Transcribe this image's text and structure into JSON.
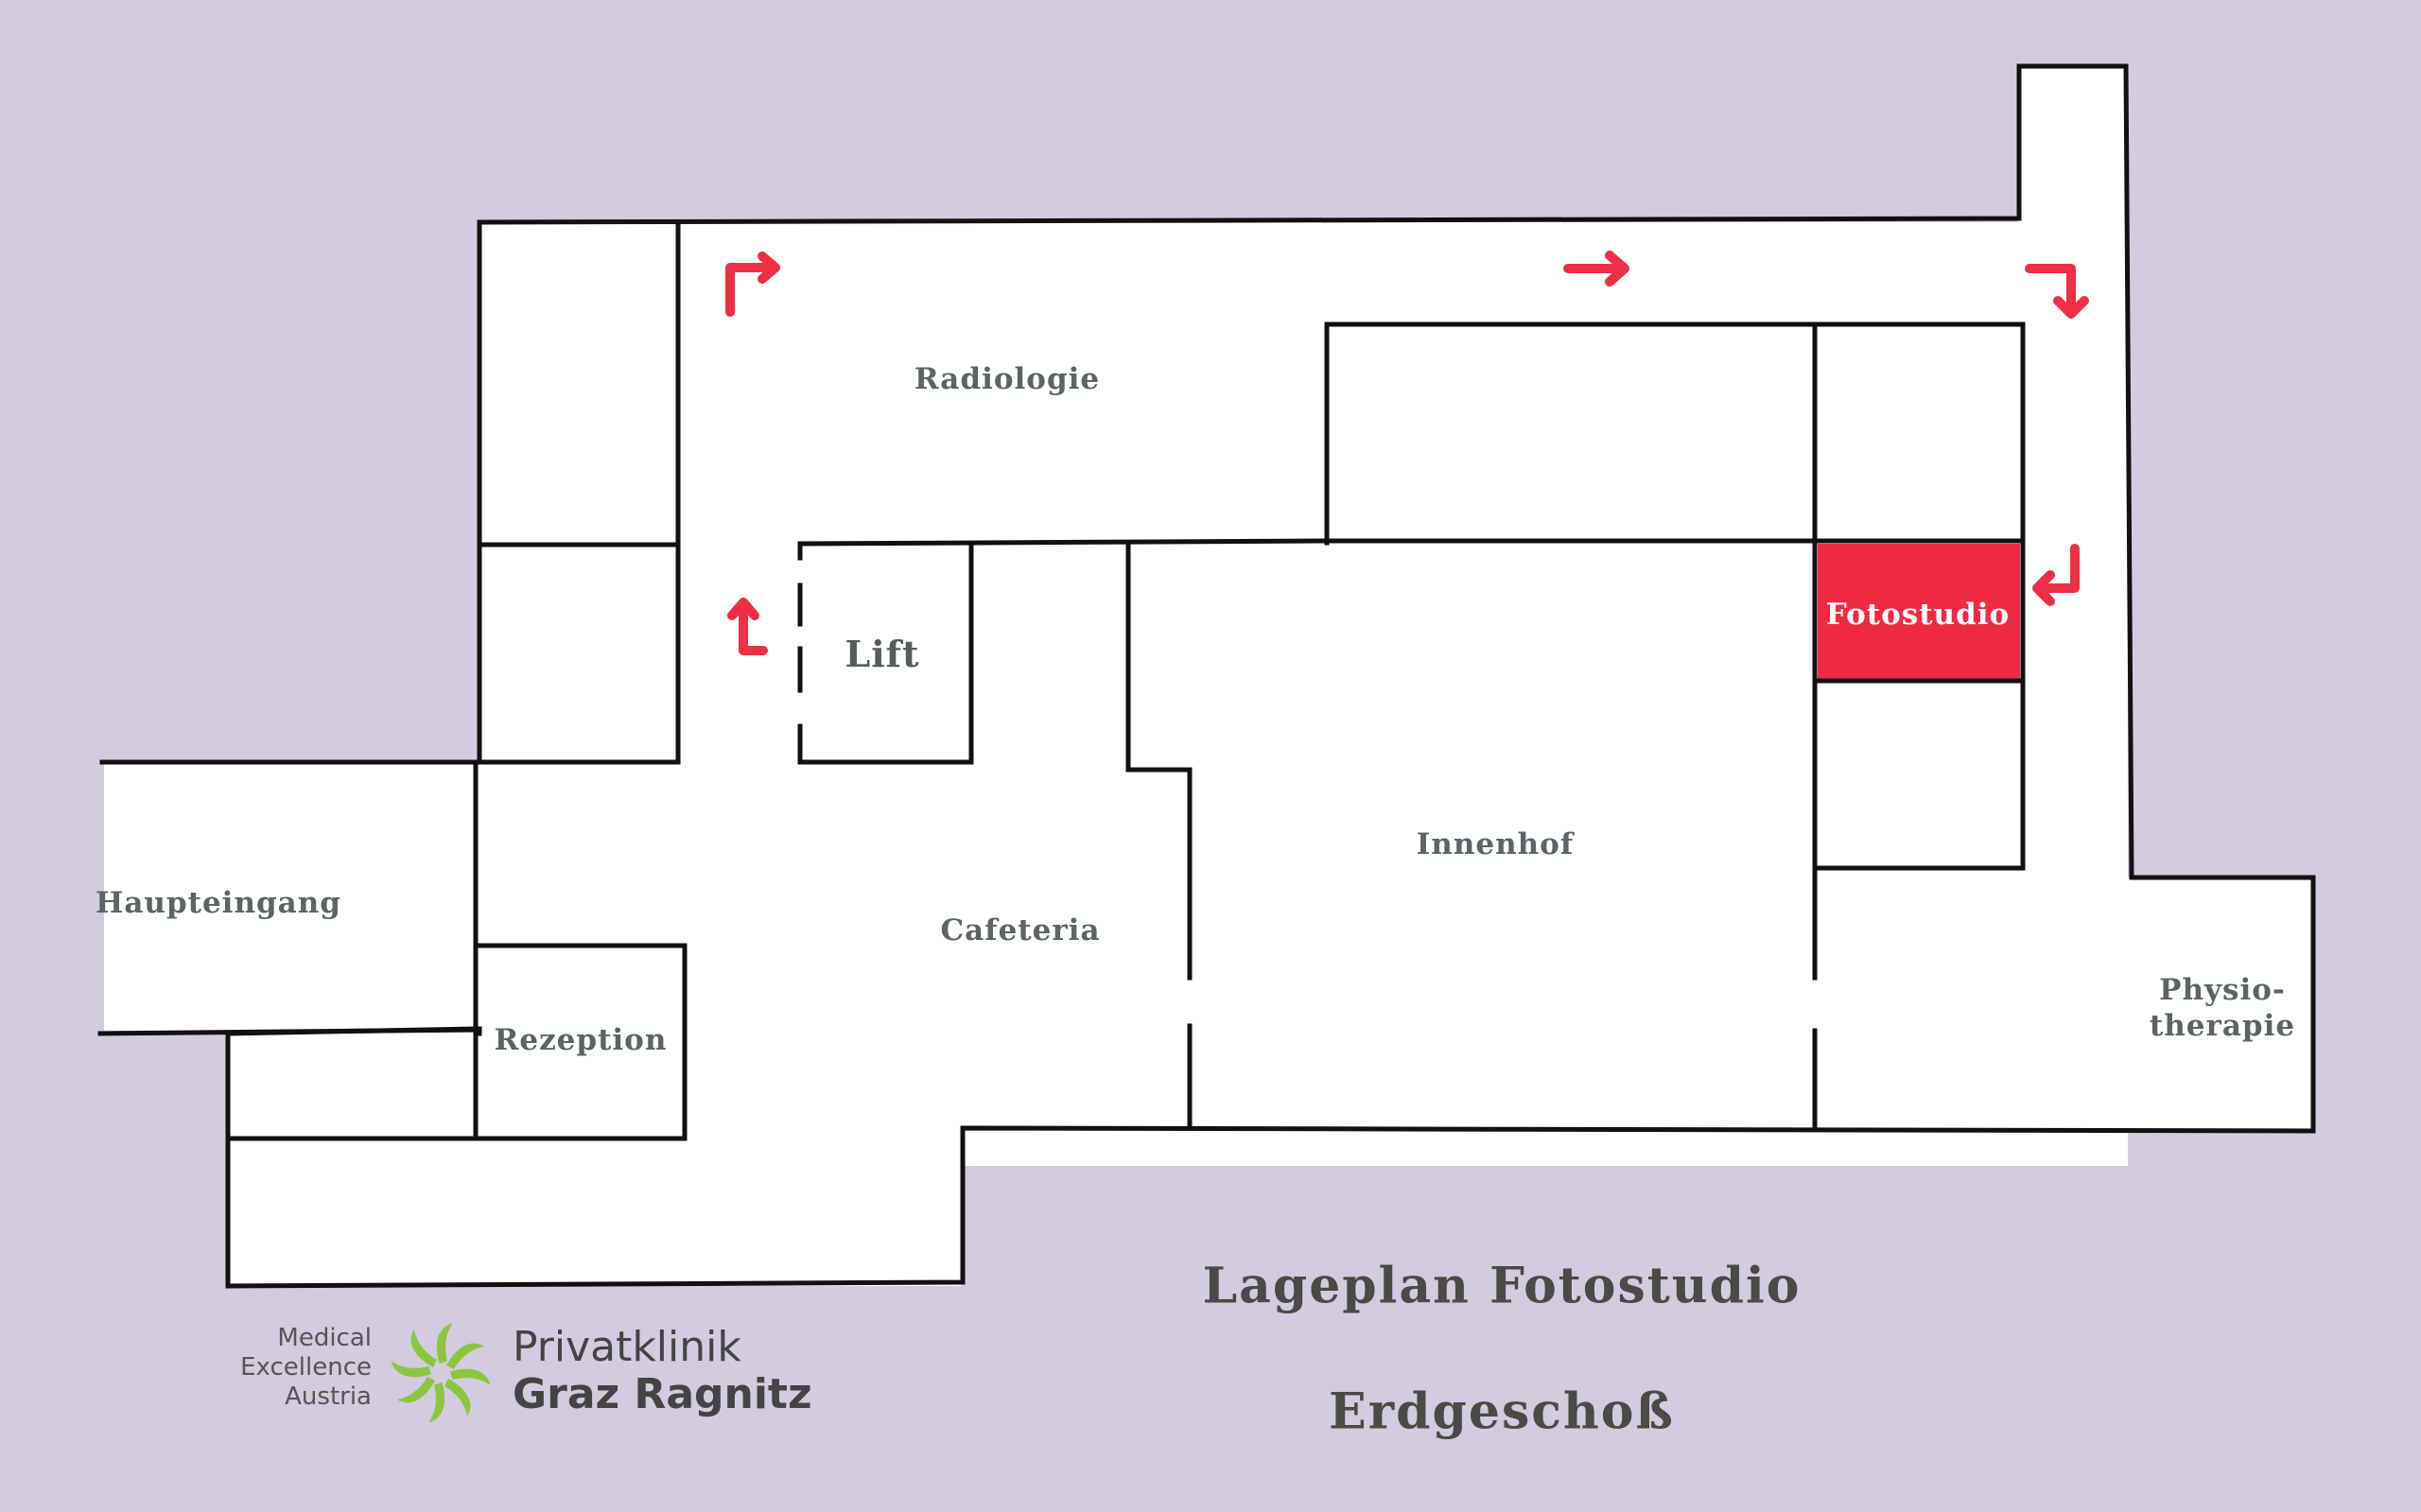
{
  "map": {
    "colors": {
      "background": "#d3cbdf",
      "floor": "#ffffff",
      "walls": "#111111",
      "highlight": "#f02a42",
      "arrow": "#ee2f46",
      "label": "#5c6466"
    },
    "labels": {
      "radiologie": "Radiologie",
      "lift": "Lift",
      "fotostudio": "Fotostudio",
      "innenhof": "Innenhof",
      "haupteingang": "Haupteingang",
      "cafeteria": "Cafeteria",
      "rezeption": "Rezeption",
      "physio_line1": "Physio-",
      "physio_line2": "therapie"
    },
    "title": "Lageplan Fotostudio",
    "subtitle": "Erdgeschoß",
    "highlighted_room": "Fotostudio",
    "route_arrows": [
      "arrow-up-left",
      "arrow-up-right",
      "arrow-right",
      "arrow-right-down",
      "arrow-down-left"
    ]
  },
  "logo": {
    "tagline": [
      "Medical",
      "Excellence",
      "Austria"
    ],
    "name_line1": "Privatklinik",
    "name_line2": "Graz Ragnitz",
    "mark_icon": "swirl-logo-icon",
    "mark_color": "#8cc63f"
  }
}
